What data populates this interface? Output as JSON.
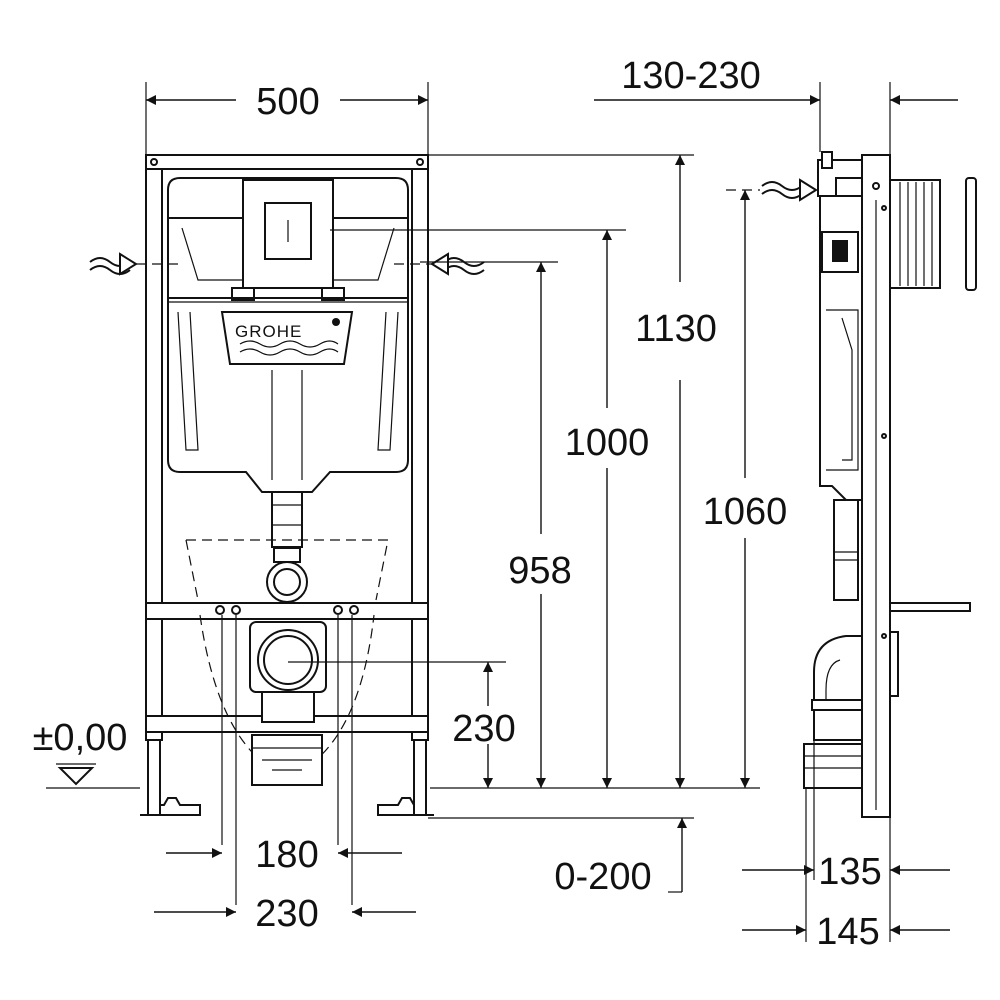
{
  "brand": "GROHE",
  "dimensions": {
    "width_total": "500",
    "wall_offset": "130-230",
    "height_1130": "1130",
    "height_1000": "1000",
    "height_1060": "1060",
    "height_958": "958",
    "height_230": "230",
    "floor_level": "±0,00",
    "bolt_spacing_180": "180",
    "bolt_spacing_230": "230",
    "floor_adjust": "0-200",
    "depth_135": "135",
    "depth_145": "145"
  }
}
